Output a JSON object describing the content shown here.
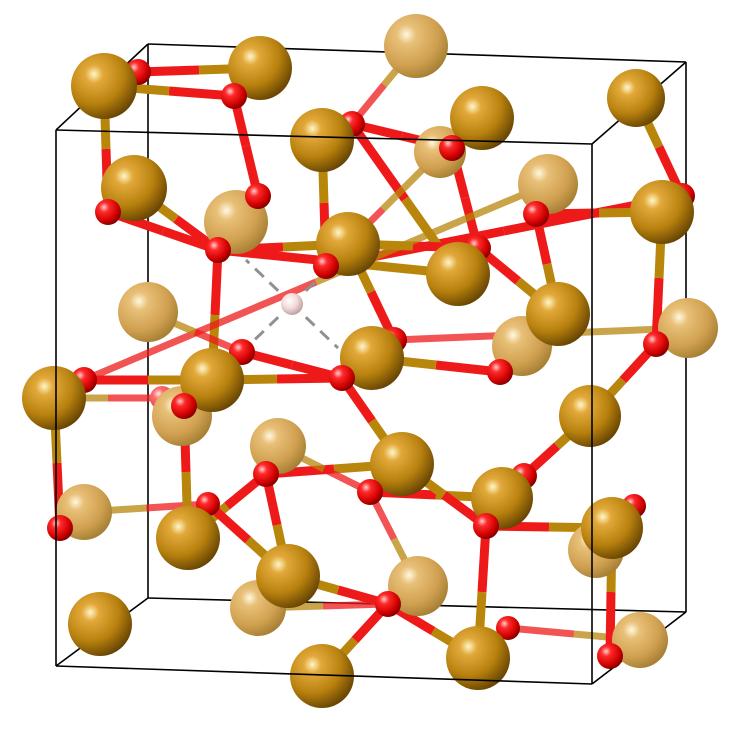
{
  "structure": {
    "type": "ball-and-stick crystal structure",
    "elements": [
      {
        "name": "metal-atom",
        "color": "#b8860b"
      },
      {
        "name": "oxygen-atom",
        "color": "#ff0d0d"
      },
      {
        "name": "hydrogen-atom",
        "color": "#ffcccc"
      }
    ],
    "bond_colors": {
      "metal": "#b8860b",
      "oxygen": "#ee1a1a"
    },
    "cell_outline_color": "#000000",
    "dashed_bond_color": "#909090"
  }
}
